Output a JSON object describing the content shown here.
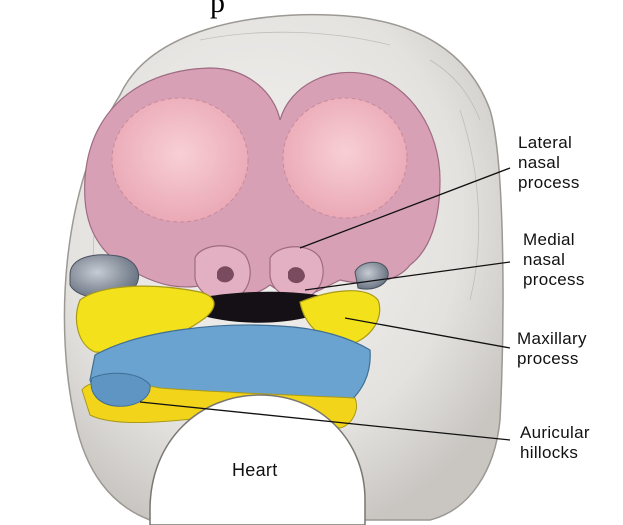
{
  "title_fragment": "p",
  "colors": {
    "outer_tissue": "#e6e4e1",
    "frontonasal": "#d9a2b6",
    "eye_region": "#f3c0c9",
    "maxillary": "#f2e21c",
    "mandibular": "#6aa3cf",
    "optic": "#8b95a3",
    "heart": "#ffffff"
  },
  "labels": {
    "lateral_nasal": [
      "Lateral",
      "nasal",
      "process"
    ],
    "medial_nasal": [
      "Medial",
      "nasal",
      "process"
    ],
    "maxillary": [
      "Maxillary",
      "process"
    ],
    "auricular": [
      "Auricular",
      "hillocks"
    ],
    "heart": "Heart"
  }
}
